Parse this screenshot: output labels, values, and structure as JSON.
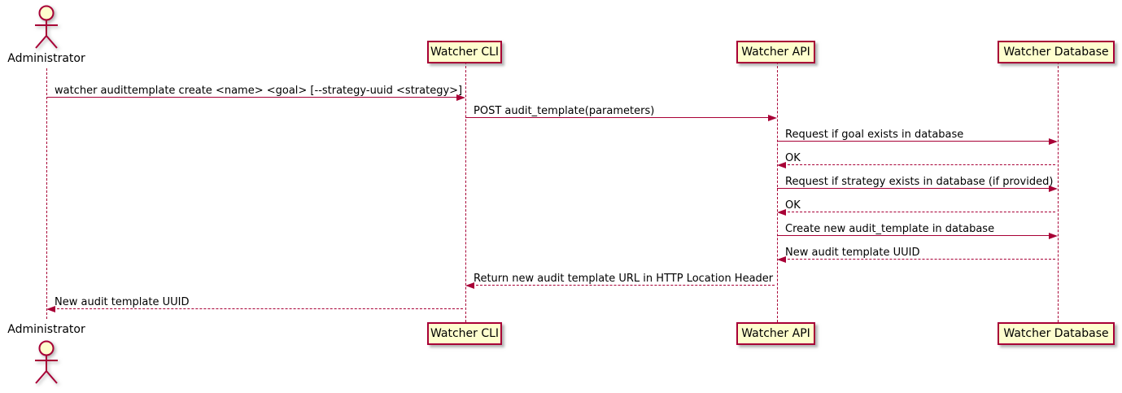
{
  "diagram": {
    "type": "uml-sequence-diagram",
    "colors": {
      "accent": "#A80036",
      "participant_fill": "#FEFECE",
      "text": "#000000",
      "background": "#FFFFFF"
    },
    "actors": [
      {
        "name": "Administrator"
      }
    ],
    "participants": [
      {
        "label": "Watcher CLI"
      },
      {
        "label": "Watcher API"
      },
      {
        "label": "Watcher Database"
      }
    ],
    "messages": [
      {
        "from": "Administrator",
        "to": "Watcher CLI",
        "text": "watcher audittemplate create <name> <goal> [--strategy-uuid <strategy>]",
        "style": "solid"
      },
      {
        "from": "Watcher CLI",
        "to": "Watcher API",
        "text": "POST audit_template(parameters)",
        "style": "solid"
      },
      {
        "from": "Watcher API",
        "to": "Watcher Database",
        "text": "Request if goal exists in database",
        "style": "solid"
      },
      {
        "from": "Watcher Database",
        "to": "Watcher API",
        "text": "OK",
        "style": "dashed"
      },
      {
        "from": "Watcher API",
        "to": "Watcher Database",
        "text": "Request if strategy exists in database (if provided)",
        "style": "solid"
      },
      {
        "from": "Watcher Database",
        "to": "Watcher API",
        "text": "OK",
        "style": "dashed"
      },
      {
        "from": "Watcher API",
        "to": "Watcher Database",
        "text": "Create new audit_template in database",
        "style": "solid"
      },
      {
        "from": "Watcher Database",
        "to": "Watcher API",
        "text": "New audit template UUID",
        "style": "dashed"
      },
      {
        "from": "Watcher API",
        "to": "Watcher CLI",
        "text": "Return new audit template URL in HTTP Location Header",
        "style": "dashed"
      },
      {
        "from": "Watcher CLI",
        "to": "Administrator",
        "text": "New audit template UUID",
        "style": "dashed"
      }
    ]
  }
}
